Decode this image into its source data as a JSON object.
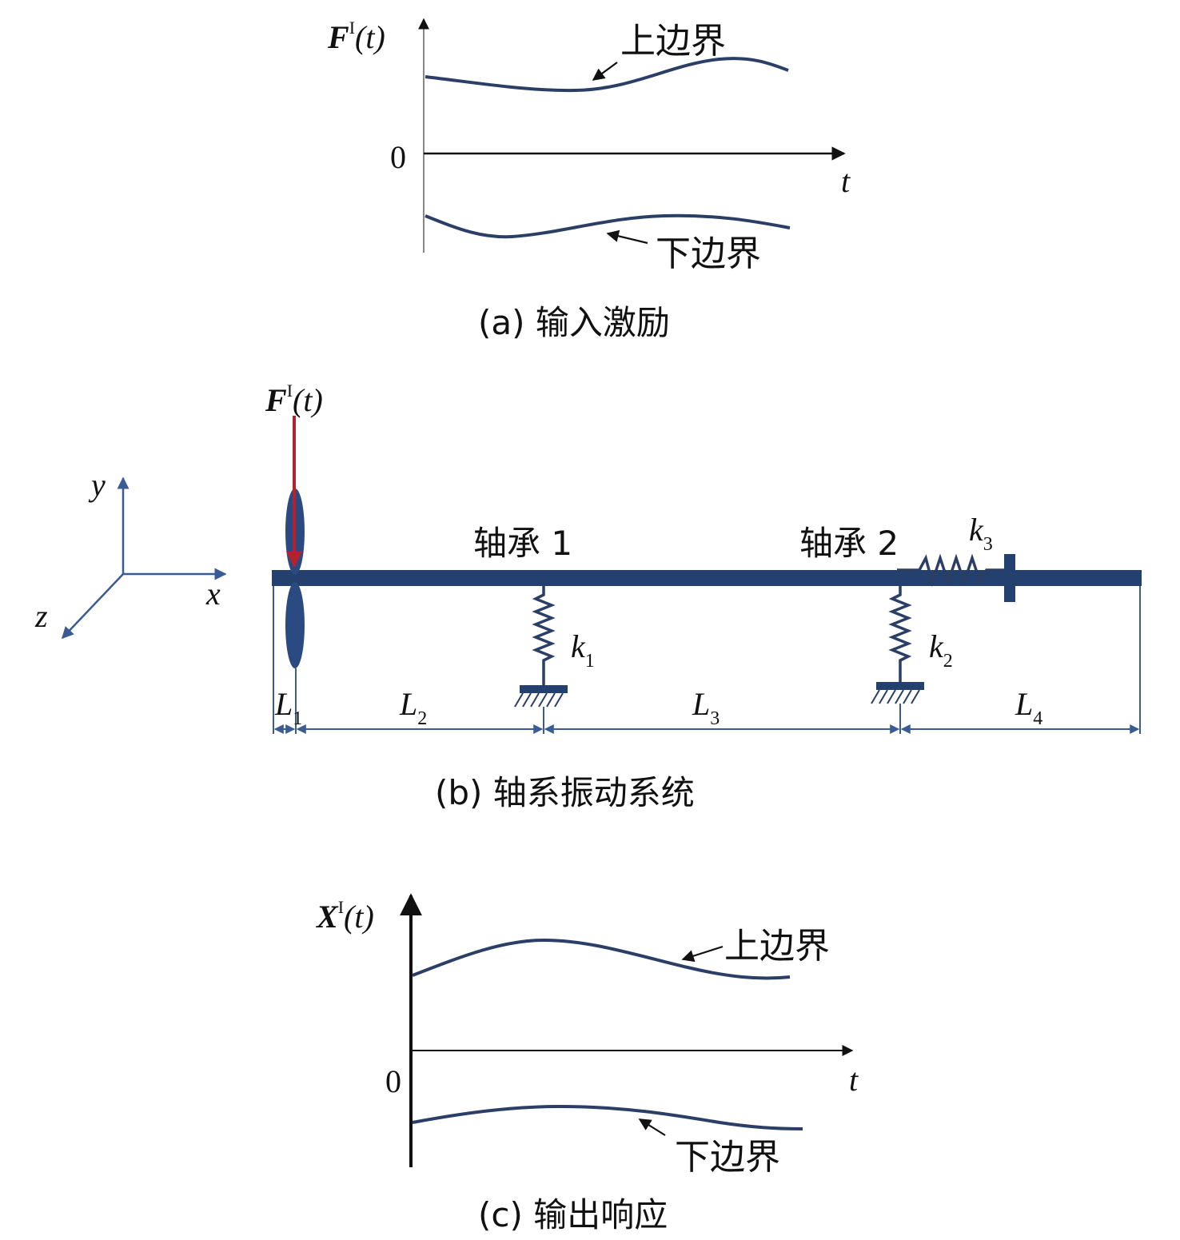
{
  "colors": {
    "curve": "#2b3f66",
    "axis": "#111111",
    "shaft": "#23406e",
    "force_arrow": "#b2232f",
    "frame": "#3b5b94"
  },
  "panel_a": {
    "y_label_symbol": "F",
    "y_label_sup": "I",
    "y_label_arg": "(t)",
    "zero": "0",
    "x_label": "t",
    "upper_label": "上边界",
    "lower_label": "下边界",
    "caption": "(a) 输入激励"
  },
  "panel_b": {
    "force_symbol": "F",
    "force_sup": "I",
    "force_arg": "(t)",
    "axis_y": "y",
    "axis_x": "x",
    "axis_z": "z",
    "bearing1": "轴承 1",
    "bearing2": "轴承 2",
    "k1": "k",
    "k1_sub": "1",
    "k2": "k",
    "k2_sub": "2",
    "k3": "k",
    "k3_sub": "3",
    "L1": "L",
    "L1_sub": "1",
    "L2": "L",
    "L2_sub": "2",
    "L3": "L",
    "L3_sub": "3",
    "L4": "L",
    "L4_sub": "4",
    "caption": "(b) 轴系振动系统"
  },
  "panel_c": {
    "y_label_symbol": "X",
    "y_label_sup": "I",
    "y_label_arg": "(t)",
    "zero": "0",
    "x_label": "t",
    "upper_label": "上边界",
    "lower_label": "下边界",
    "caption": "(c) 输出响应"
  }
}
